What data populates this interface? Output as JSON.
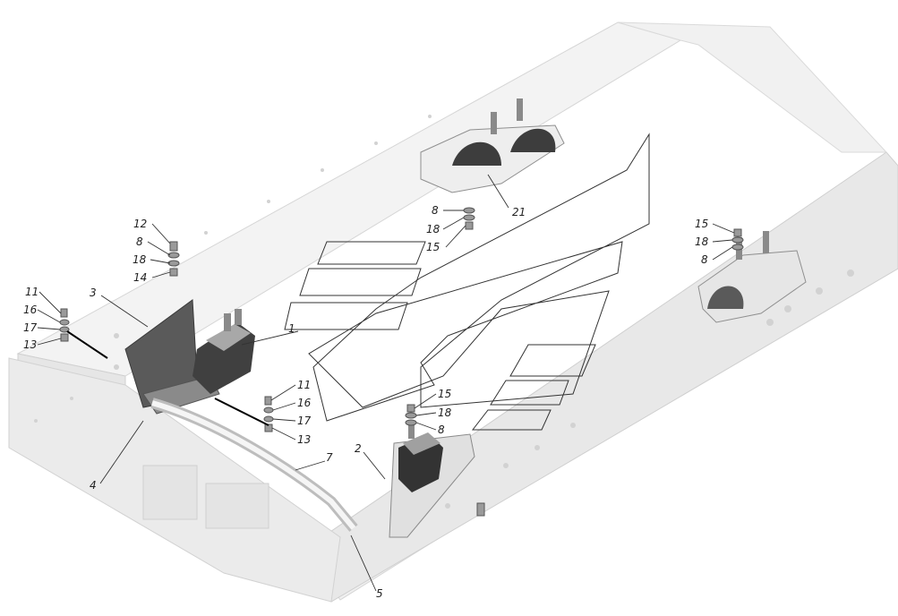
{
  "diagram": {
    "callouts": {
      "c1": "1",
      "c2": "2",
      "c3": "3",
      "c4": "4",
      "c5": "5",
      "c7": "7",
      "c21": "21",
      "c12": "12",
      "c8a": "8",
      "c18a": "18",
      "c14": "14",
      "c11a": "11",
      "c16a": "16",
      "c17a": "17",
      "c13a": "13",
      "c8b": "8",
      "c18b": "18",
      "c15b": "15",
      "c11b": "11",
      "c16b": "16",
      "c17b": "17",
      "c13b": "13",
      "c15c": "15",
      "c18c": "18",
      "c8c": "8",
      "c15d": "15",
      "c18d": "18",
      "c8d": "8"
    }
  },
  "colors": {
    "frame_top": "#f2f2f2",
    "frame_side": "#e3e3e3",
    "part_dark": "#4a4a4a",
    "part_mid": "#9a9a9a",
    "line": "#333333"
  }
}
